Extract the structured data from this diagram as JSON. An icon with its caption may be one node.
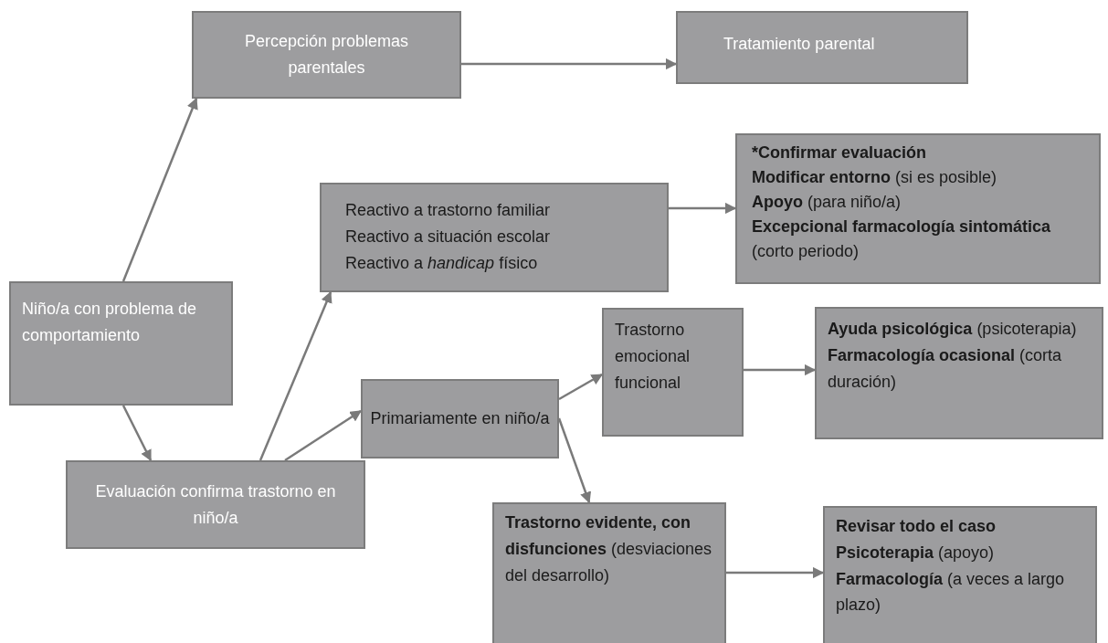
{
  "diagram": {
    "nodes": [
      {
        "text": [
          "Percepción problemas parentales"
        ]
      },
      {
        "text": [
          "Tratamiento parental"
        ]
      },
      {
        "text": [
          "Reactivo a trastorno familiar",
          "Reactivo a situación escolar",
          "Reactivo a *handicap* físico"
        ]
      },
      {
        "text": [
          "*Confirmar evaluación",
          "**Modificar entorno** (si es posible)",
          "**Apoyo** (para niño/a)",
          "**Excepcional farmacología sintomática** (corto periodo)"
        ]
      },
      {
        "text": [
          "Niño/a con problema de comportamiento"
        ]
      },
      {
        "text": [
          "Trastorno emocional funcional"
        ]
      },
      {
        "text": [
          "**Ayuda psicológica** (psicoterapia)",
          "**Farmacología ocasional** (corta duración)"
        ]
      },
      {
        "text": [
          "Primariamente en niño/a"
        ]
      },
      {
        "text": [
          "Evaluación confirma trastorno en niño/a"
        ]
      },
      {
        "text": [
          "**Trastorno evidente, con disfunciones** (desviaciones del desarrollo)"
        ]
      },
      {
        "text": [
          "**Revisar todo el caso**",
          "**Psicoterapia** (apoyo)",
          "**Farmacología** (a veces a largo plazo)"
        ]
      }
    ],
    "edges": [
      {
        "from": 0,
        "to": 1,
        "arrow": "to"
      },
      {
        "from": 4,
        "to": 0,
        "arrow": "to"
      },
      {
        "from": 2,
        "to": 3,
        "arrow": "to"
      },
      {
        "from": 4,
        "to": 8,
        "arrow": "to"
      },
      {
        "from": 8,
        "to": 2,
        "arrow": "to"
      },
      {
        "from": 8,
        "to": 7,
        "arrow": "to"
      },
      {
        "from": 7,
        "to": 5,
        "arrow": "to"
      },
      {
        "from": 7,
        "to": 9,
        "arrow": "to"
      },
      {
        "from": 5,
        "to": 6,
        "arrow": "to"
      },
      {
        "from": 9,
        "to": 10,
        "arrow": "to"
      }
    ]
  }
}
